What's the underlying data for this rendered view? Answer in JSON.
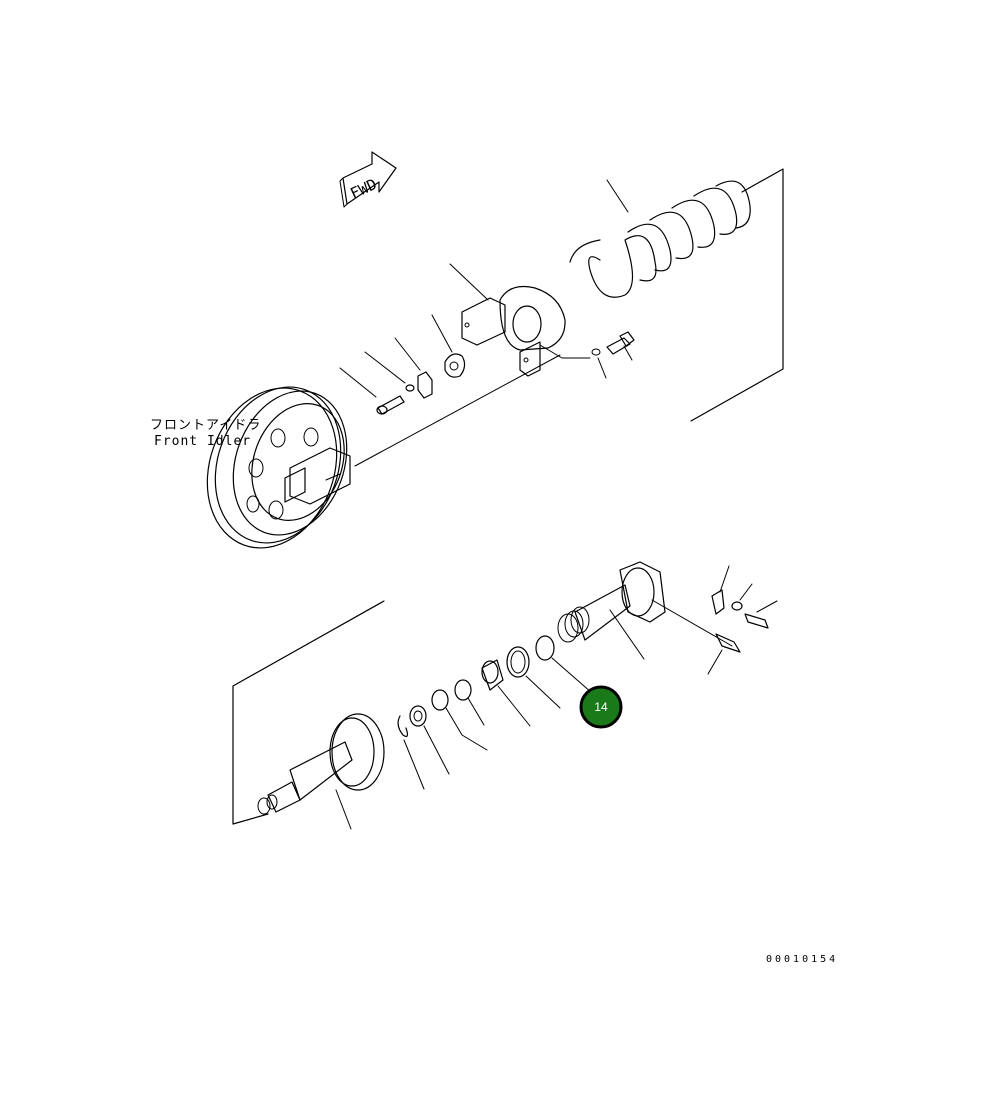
{
  "diagram": {
    "fwd_label": "FWD",
    "front_idler_jp": "フロントアイドラ",
    "front_idler_en": "Front Idler",
    "callout_number": "14",
    "callout_color": "#1a7a1a",
    "document_number": "00010154"
  }
}
